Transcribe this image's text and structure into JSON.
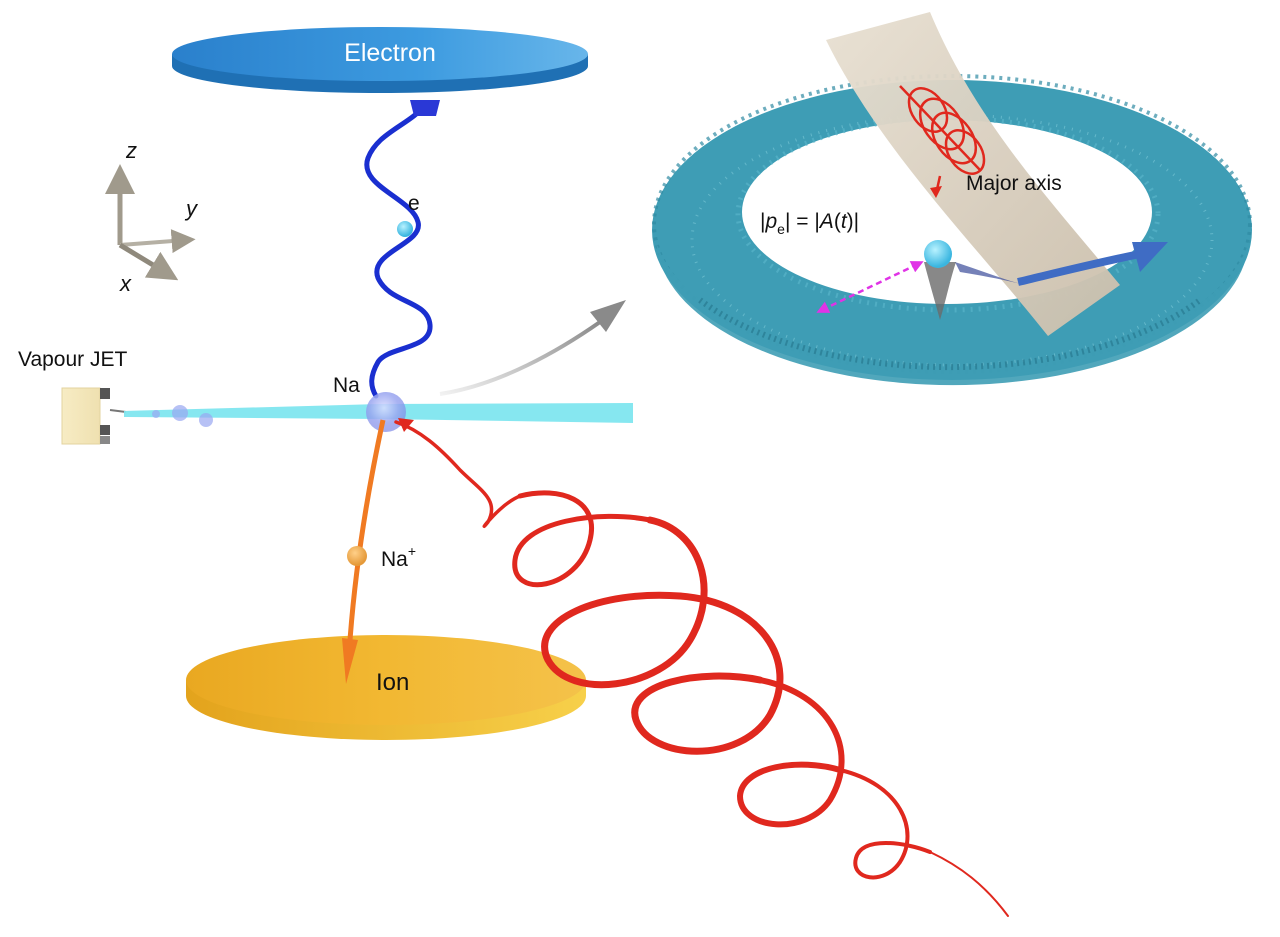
{
  "labels": {
    "electron_detector": "Electron",
    "ion_detector": "Ion",
    "electron": "e",
    "atom": "Na",
    "ion_base": "Na",
    "ion_charge": "+",
    "vapour_jet": "Vapour JET",
    "major_axis": "Major axis",
    "axis_z": "z",
    "axis_y": "y",
    "axis_x": "x",
    "momentum_eq": {
      "open": "|",
      "p": "p",
      "sub": "e",
      "mid": "| = |",
      "A": "A",
      "t_open": "(",
      "t": "t",
      "t_close": ")|"
    }
  },
  "colors": {
    "electron_disk": "#2e8fd6",
    "ion_disk": "#f0b22a",
    "electron_track": "#1a2fd0",
    "laser_helix": "#e0281e",
    "ion_track": "#f07a22",
    "vapour_beam": "#7fe6ef",
    "torus": "#3e9db5",
    "momentum_arrow": "#e033e6",
    "sheet": "#dcd3c4"
  }
}
